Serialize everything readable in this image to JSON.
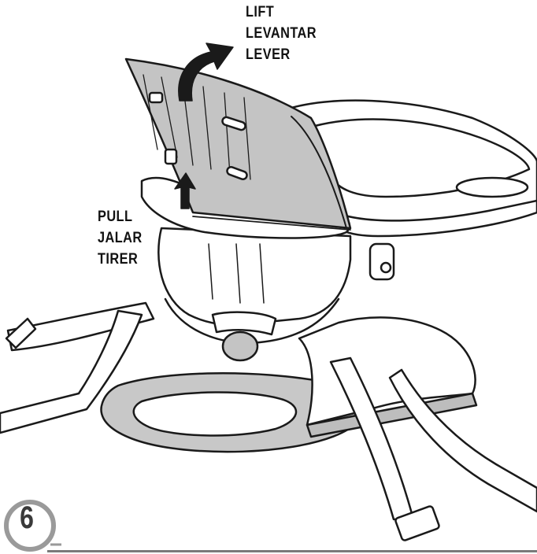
{
  "labels": {
    "lift": [
      "LIFT",
      "LEVANTAR",
      "LEVER"
    ],
    "pull": [
      "PULL",
      "JALAR",
      "TIRER"
    ]
  },
  "step": {
    "number": "6"
  },
  "colors": {
    "line": "#1a1a1a",
    "panel_fill": "#c4c4c4",
    "arrow_fill": "#1a1a1a",
    "badge_ring": "#9a9a9a"
  }
}
